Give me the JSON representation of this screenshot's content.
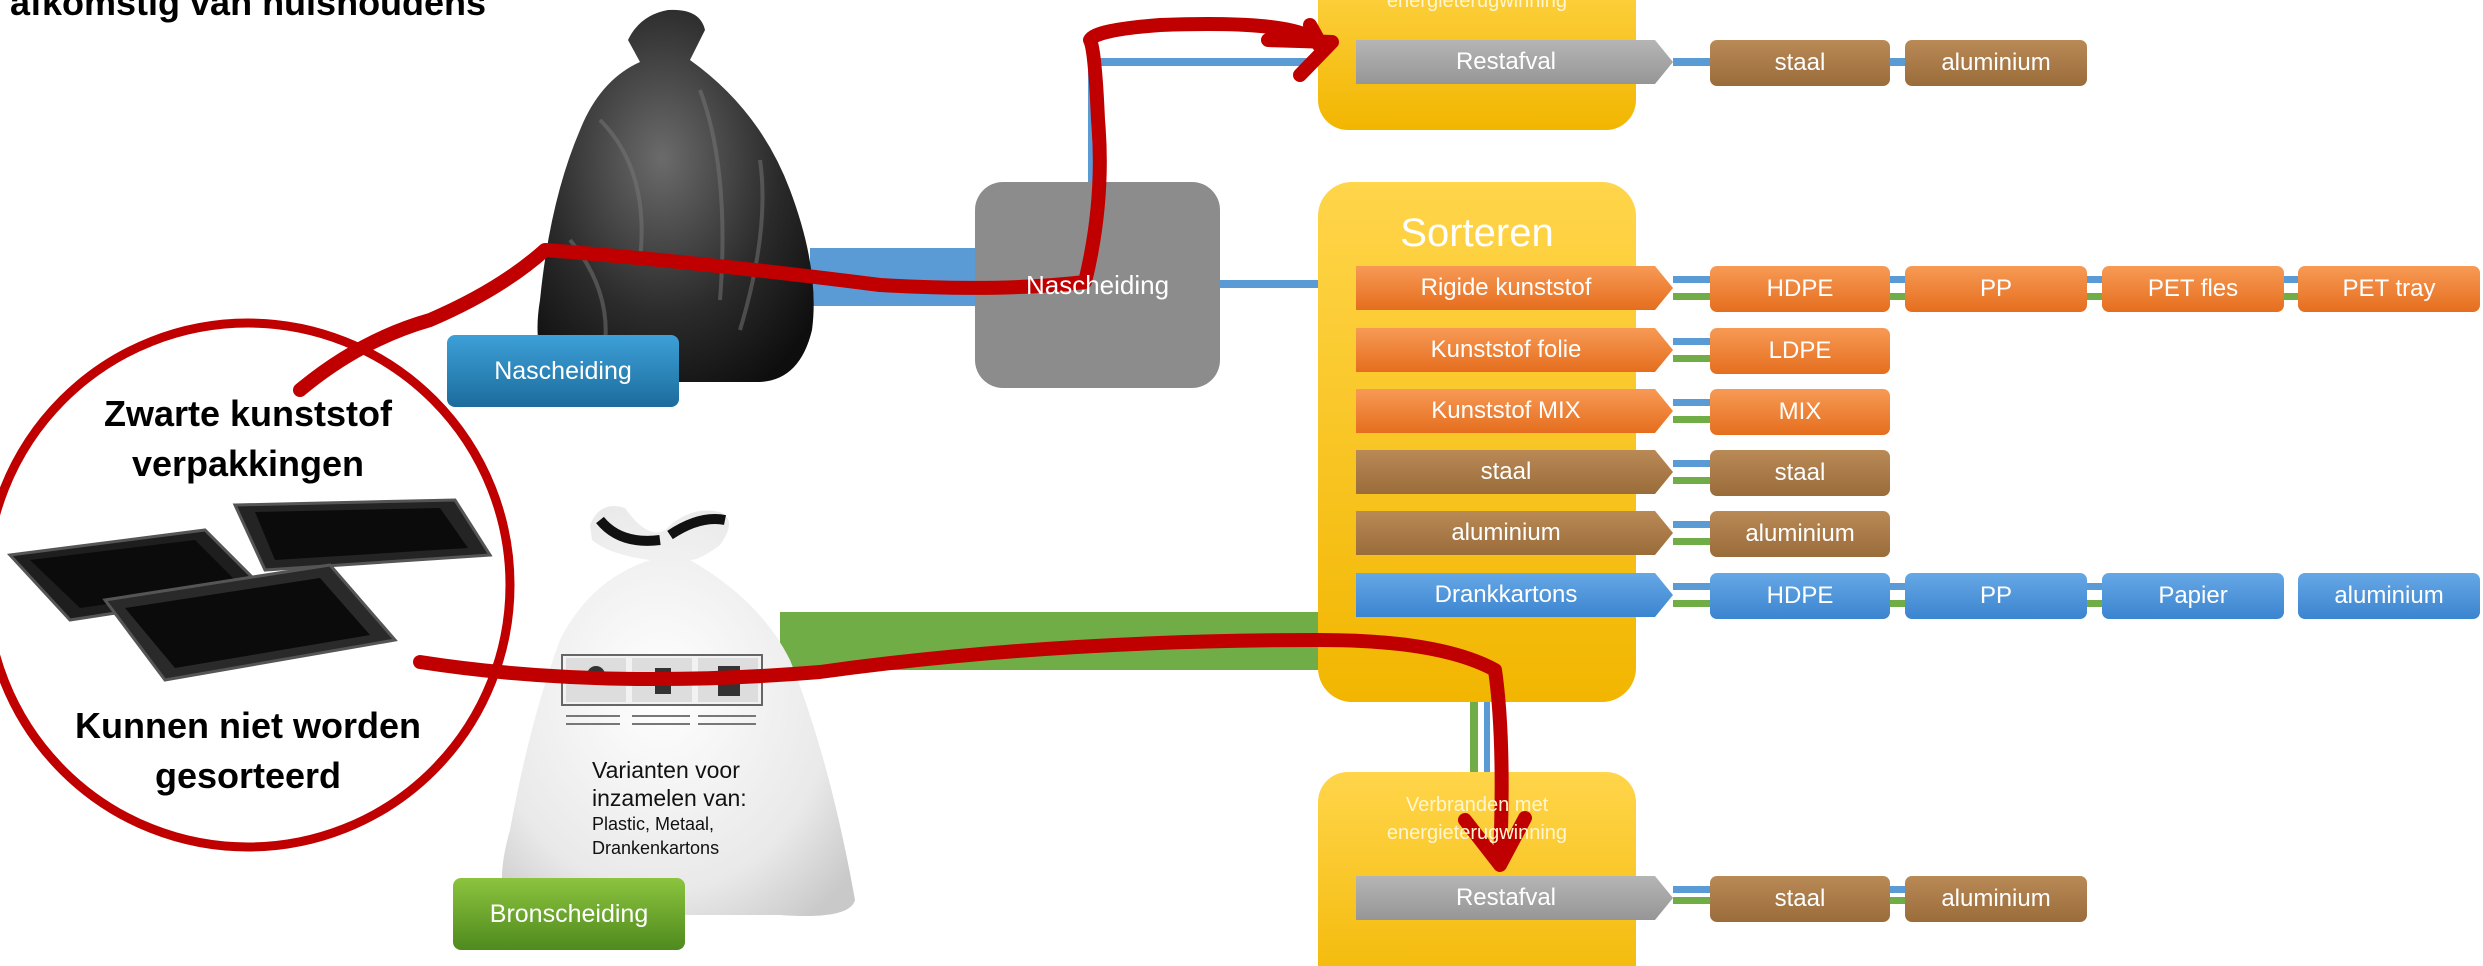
{
  "header": {
    "title_fragment": "afkomstig van huishoudens"
  },
  "bags": {
    "nascheiding_label": "Nascheiding",
    "bronscheiding_label": "Bronscheiding",
    "white_bag_text": {
      "line1": "Varianten voor",
      "line2": "inzamelen van:",
      "line3": "Plastic, Metaal,",
      "line4": "Drankenkartons"
    }
  },
  "nascheiding_box": {
    "label": "Nascheiding"
  },
  "callout": {
    "line1": "Zwarte kunststof",
    "line2": "verpakkingen",
    "line3": "Kunnen niet worden",
    "line4": "gesorteerd"
  },
  "top_panel": {
    "title": "energieterugwinning",
    "restafval": "Restafval",
    "outputs": [
      "staal",
      "aluminium"
    ]
  },
  "sorteren": {
    "title": "Sorteren",
    "rows": [
      {
        "label": "Rigide kunststof",
        "color": "#ED7D31",
        "outputs": [
          "HDPE",
          "PP",
          "PET fles",
          "PET tray"
        ]
      },
      {
        "label": "Kunststof folie",
        "color": "#ED7D31",
        "outputs": [
          "LDPE"
        ]
      },
      {
        "label": "Kunststof MIX",
        "color": "#ED7D31",
        "outputs": [
          "MIX"
        ]
      },
      {
        "label": "staal",
        "color": "#A97A46",
        "outputs": [
          "staal"
        ]
      },
      {
        "label": "aluminium",
        "color": "#A97A46",
        "outputs": [
          "aluminium"
        ]
      },
      {
        "label": "Drankkartons",
        "color": "#4A90D9",
        "outputs": [
          "HDPE",
          "PP",
          "Papier",
          "aluminium"
        ]
      }
    ]
  },
  "bottom_panel": {
    "line1": "Verbranden met",
    "line2": "energieterugwinning",
    "restafval": "Restafval",
    "outputs": [
      "staal",
      "aluminium"
    ]
  },
  "colors": {
    "orange": "#ED7D31",
    "brown": "#A97A46",
    "blue": "#4A90D9",
    "gray": "#A6A6A6",
    "yellow": "#FFC000",
    "green": "#70AD47",
    "red": "#C00000"
  }
}
